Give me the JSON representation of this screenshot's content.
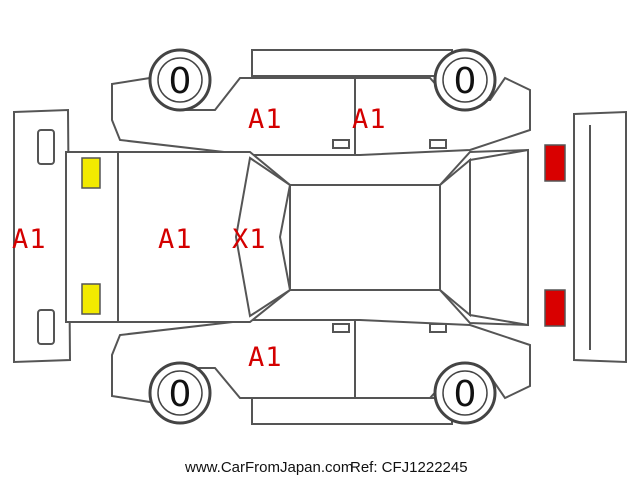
{
  "damage_codes": {
    "front_bumper": "A1",
    "hood": "A1",
    "windshield": "X1",
    "left_front_door": "A1",
    "left_rear_door": "A1",
    "right_front_door": "A1"
  },
  "tires": {
    "left_front": "0",
    "left_rear": "0",
    "right_front": "0",
    "right_rear": "0"
  },
  "lamp_colors": {
    "front": "#f2ea00",
    "rear": "#d90000"
  },
  "footer": {
    "site": "www.CarFromJapan.com",
    "ref": "Ref: CFJ1222245"
  }
}
